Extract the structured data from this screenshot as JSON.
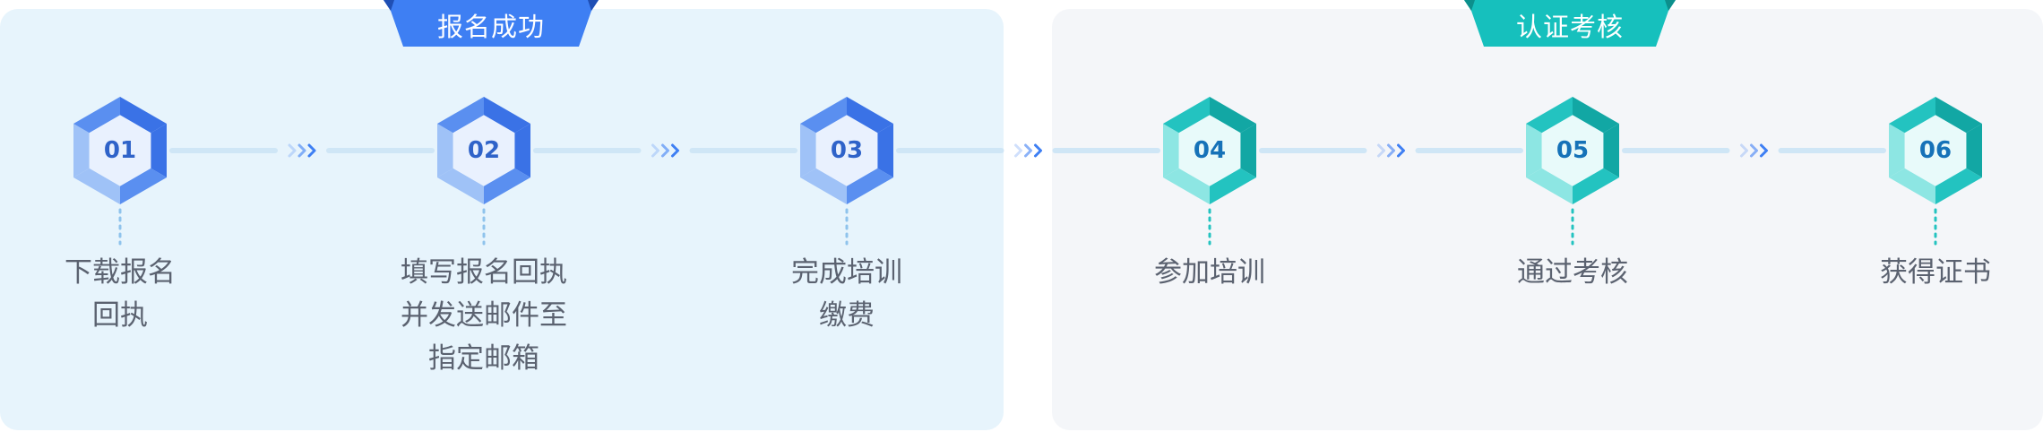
{
  "phases": [
    {
      "label": "报名成功",
      "color": "#3e7ff3"
    },
    {
      "label": "认证考核",
      "color": "#16c0bd"
    }
  ],
  "steps": [
    {
      "number": "01",
      "lines": [
        "下载报名",
        "回执"
      ],
      "theme": "blue"
    },
    {
      "number": "02",
      "lines": [
        "填写报名回执",
        "并发送邮件至",
        "指定邮箱"
      ],
      "theme": "blue"
    },
    {
      "number": "03",
      "lines": [
        "完成培训",
        "缴费"
      ],
      "theme": "blue"
    },
    {
      "number": "04",
      "lines": [
        "参加培训"
      ],
      "theme": "teal"
    },
    {
      "number": "05",
      "lines": [
        "通过考核"
      ],
      "theme": "teal"
    },
    {
      "number": "06",
      "lines": [
        "获得证书"
      ],
      "theme": "teal"
    }
  ],
  "colors": {
    "blue_dark": "#3a72e6",
    "blue_mid": "#5a8ff0",
    "blue_light": "#9fc2f7",
    "blue_face": "#e9f1fe",
    "blue_text": "#2f63c9",
    "teal_dark": "#12a7a4",
    "teal_mid": "#23c3c0",
    "teal_light": "#8de6e3",
    "teal_face": "#e8fafa",
    "teal_text": "#1672b8",
    "line": "#cfe6f6",
    "dot_blue": "#8fc3ec",
    "dot_teal": "#23c3c0",
    "chevron": "#3e7ff3",
    "label_text": "#5b6270"
  },
  "layout_note": ""
}
